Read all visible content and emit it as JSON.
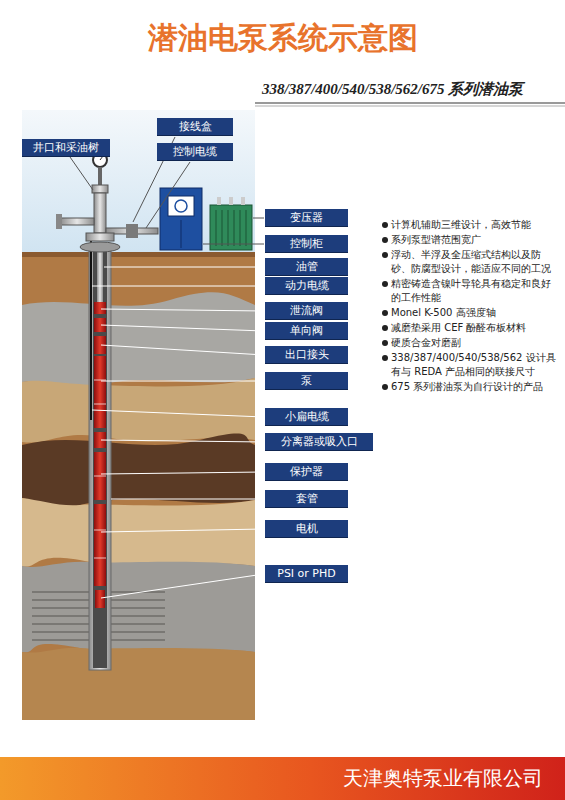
{
  "diagram": {
    "title": "潜油电泵系统示意图",
    "nodes": [
      {
        "text": [
          "井口和采油树"
        ]
      },
      {
        "text": [
          "接线盒"
        ]
      },
      {
        "text": [
          "控制电缆"
        ]
      },
      {
        "text": [
          "变压器"
        ]
      },
      {
        "text": [
          "控制柜"
        ]
      },
      {
        "text": [
          "油管"
        ]
      },
      {
        "text": [
          "动力电缆"
        ]
      },
      {
        "text": [
          "泄流阀"
        ]
      },
      {
        "text": [
          "单向阀"
        ]
      },
      {
        "text": [
          "出口接头"
        ]
      },
      {
        "text": [
          "泵"
        ]
      },
      {
        "text": [
          "小扁电缆"
        ]
      },
      {
        "text": [
          "分离器或吸入口"
        ]
      },
      {
        "text": [
          "保护器"
        ]
      },
      {
        "text": [
          "套管"
        ]
      },
      {
        "text": [
          "电机"
        ]
      },
      {
        "text": [
          "PSI or PHD"
        ]
      },
      {
        "text": [
          "天津奥特泵业有限公司"
        ]
      }
    ],
    "labels": [
      "338/387/400/540/538/562/675 系列潜油泵",
      "计算机辅助三维设计，高效节能",
      "系列泵型谱范围宽广",
      "浮动、半浮及全压缩式结构以及防砂、防腐型设计，能适应不同的工况",
      "精密铸造含镍叶导轮具有稳定和良好的工作性能",
      "Monel K-500 高强度轴",
      "减磨垫采用 CEF 酚醛布板材料",
      "硬质合金对磨副",
      "338/387/400/540/538/562 设计具有与 REDA 产品相同的联接尺寸",
      "675 系列潜油泵为自行设计的产品"
    ]
  }
}
